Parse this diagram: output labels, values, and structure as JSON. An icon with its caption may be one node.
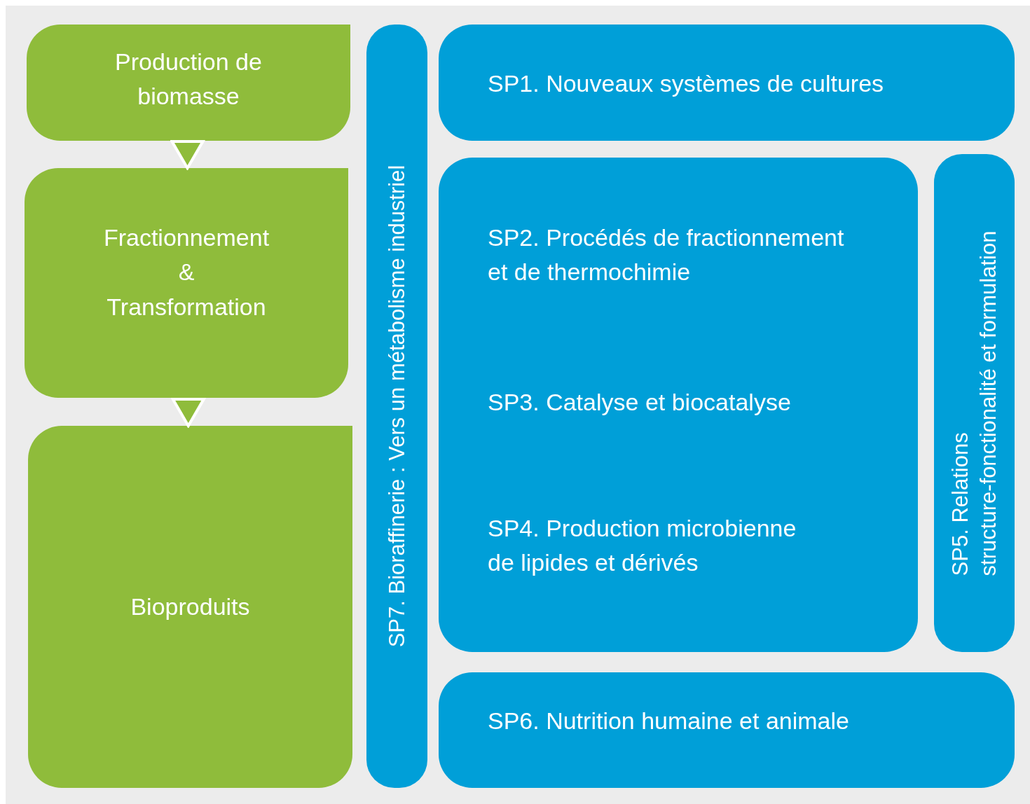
{
  "diagram": {
    "nodes": [
      {
        "text": [
          "Production de biomasse"
        ]
      },
      {
        "text": [
          "Fractionnement & Transformation"
        ]
      },
      {
        "text": [
          "Bioproduits"
        ]
      },
      {
        "text": [
          "SP7. Bioraffinerie : Vers un métabolisme industriel"
        ]
      },
      {
        "text": [
          "SP1. Nouveaux systèmes de cultures"
        ]
      },
      {
        "text": [
          "SP2. Procédés de fractionnement et de thermochimie",
          "SP3. Catalyse et biocatalyse",
          "SP4. Production microbienne de lipides et dérivés"
        ]
      },
      {
        "text": [
          "SP5. Relations structure-fonctionalité et formulation"
        ]
      },
      {
        "text": [
          "SP6. Nutrition humaine et animale"
        ]
      }
    ],
    "edges": [
      {
        "from": 0,
        "to": 1,
        "arrow": "to"
      },
      {
        "from": 1,
        "to": 2,
        "arrow": "to"
      }
    ]
  }
}
